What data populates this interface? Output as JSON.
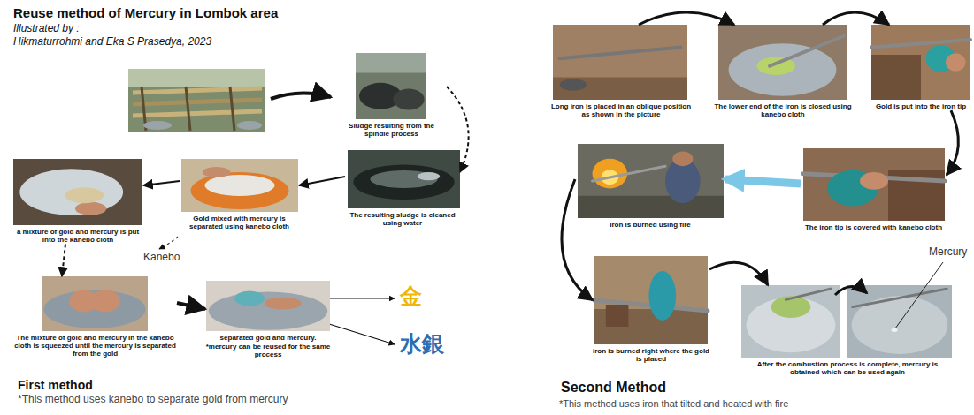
{
  "diagram": {
    "title": "Reuse method of Mercury in Lombok area",
    "nodes": [
      {
        "text": [
          "Sludge resulting from the spindle process"
        ]
      },
      {
        "text": [
          "The resulting sludge is cleaned using water"
        ]
      },
      {
        "text": [
          "Gold mixed with mercury is separated using kanebo cloth"
        ]
      },
      {
        "text": [
          "a mixture of gold and mercury is put into the kanebo cloth"
        ]
      },
      {
        "text": [
          "The mixture of gold and mercury in the kanebo cloth is squeezed until the mercury is separated from the gold"
        ]
      },
      {
        "text": [
          "separated gold and mercury.",
          "*mercury can be reused for the same process"
        ]
      },
      {
        "text": [
          "Long iron is placed in an oblique position as shown in the picture"
        ]
      },
      {
        "text": [
          "The lower end of the iron is closed using kanebo cloth"
        ]
      },
      {
        "text": [
          "Gold is put into the iron tip"
        ]
      },
      {
        "text": [
          "The iron tip is covered with kanebo cloth"
        ]
      },
      {
        "text": [
          "Iron is burned using fire"
        ]
      },
      {
        "text": [
          "iron is burned right where the gold is placed"
        ]
      },
      {
        "text": [
          "After the combustion process is complete, mercury is obtained which can be used again"
        ]
      }
    ],
    "edges": [
      {
        "from": 0,
        "to": 1,
        "arrow": "to"
      },
      {
        "from": 1,
        "to": 2,
        "arrow": "to"
      },
      {
        "from": 2,
        "to": 3,
        "arrow": "to"
      },
      {
        "from": 3,
        "to": 4,
        "arrow": "to"
      },
      {
        "from": 4,
        "to": 5,
        "arrow": "to"
      },
      {
        "from": 6,
        "to": 7,
        "arrow": "to"
      },
      {
        "from": 7,
        "to": 8,
        "arrow": "to"
      },
      {
        "from": 8,
        "to": 9,
        "arrow": "to"
      },
      {
        "from": 9,
        "to": 10,
        "arrow": "to"
      },
      {
        "from": 10,
        "to": 11,
        "arrow": "to"
      },
      {
        "from": 11,
        "to": 12,
        "arrow": "to"
      }
    ],
    "labels": [
      "Illustrated by :",
      "Hikmaturrohmi and Eka S Prasedya, 2023",
      "Kanebo",
      "金",
      "水銀",
      "First method",
      "*This method uses kanebo to separate gold from mercury",
      "Mercury",
      "Second Method",
      "*This method uses iron that tilted and heated with fire"
    ]
  }
}
